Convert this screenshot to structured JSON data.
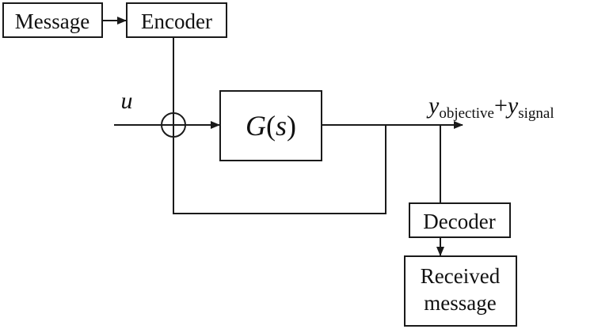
{
  "blocks": {
    "message": "Message",
    "encoder": "Encoder",
    "plant_func": "G",
    "plant_open": "(",
    "plant_var": "s",
    "plant_close": ")",
    "decoder": "Decoder",
    "received_line1": "Received",
    "received_line2": "message"
  },
  "signals": {
    "input": "u",
    "output_y1": "y",
    "output_sub1": "objective",
    "output_plus": "+",
    "output_y2": "y",
    "output_sub2": "signal"
  }
}
